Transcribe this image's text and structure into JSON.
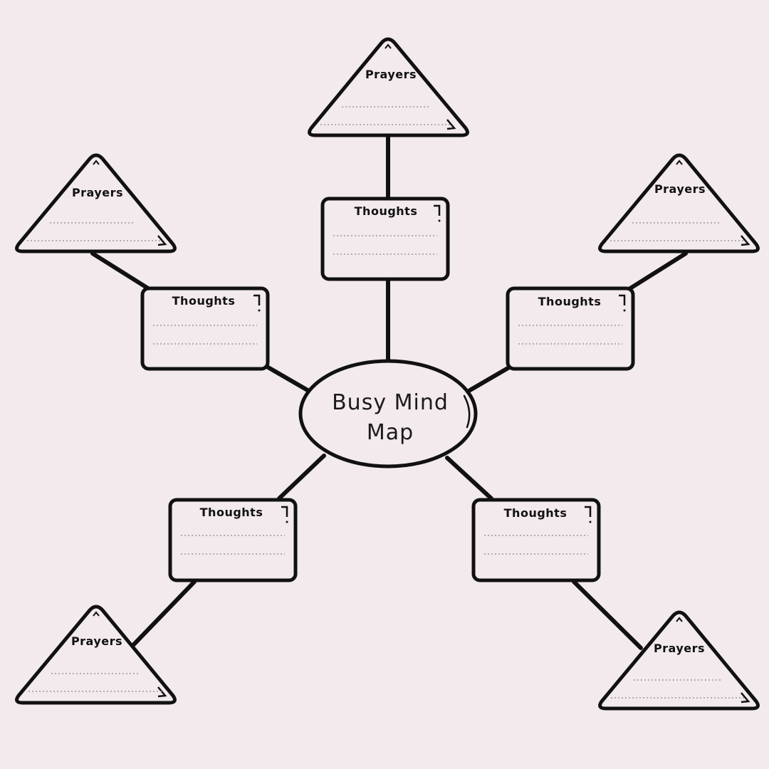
{
  "colors": {
    "background": "#f2eaec",
    "stroke": "#111111",
    "shape_fill": "#f2eaec",
    "dotted_line": "#9a9a9a"
  },
  "center": {
    "title_line1": "Busy Mind",
    "title_line2": "Map"
  },
  "branches": [
    {
      "thought_label": "Thoughts",
      "prayer_label": "Prayers"
    },
    {
      "thought_label": "Thoughts",
      "prayer_label": "Prayers"
    },
    {
      "thought_label": "Thoughts",
      "prayer_label": "Prayers"
    },
    {
      "thought_label": "Thoughts",
      "prayer_label": "Prayers"
    },
    {
      "thought_label": "Thoughts",
      "prayer_label": "Prayers"
    }
  ]
}
